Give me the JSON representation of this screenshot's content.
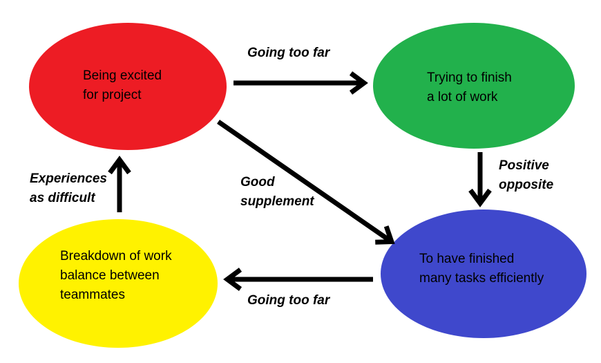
{
  "canvas": {
    "background": "#FFFFFF",
    "arrow_color": "#000000",
    "text_color": "#000000"
  },
  "nodes": {
    "excited": {
      "label": "Being excited\nfor project",
      "color": "#ED1C24"
    },
    "trying": {
      "label": "Trying to finish\na lot of work",
      "color": "#22B14C"
    },
    "finished": {
      "label": "To have finished\nmany tasks efficiently",
      "color": "#3F48CC"
    },
    "breakdown": {
      "label": "Breakdown of work\nbalance between\nteammates",
      "color": "#FFF200"
    }
  },
  "edges": {
    "excited_to_trying": {
      "label": "Going too far"
    },
    "trying_to_finished": {
      "label": "Positive\nopposite"
    },
    "excited_to_finished": {
      "label": "Good\nsupplement"
    },
    "finished_to_breakdown": {
      "label": "Going too far"
    },
    "breakdown_to_excited": {
      "label": "Experiences\nas difficult"
    }
  }
}
